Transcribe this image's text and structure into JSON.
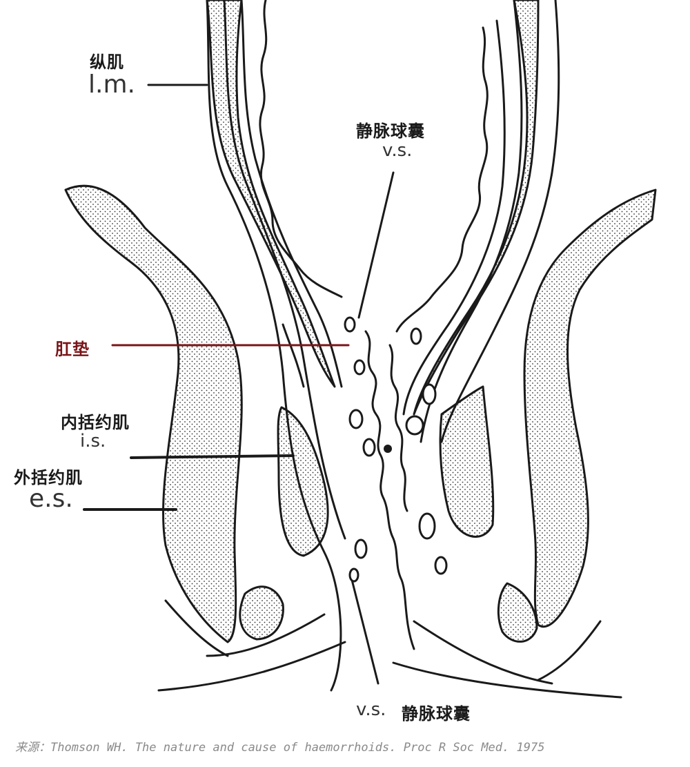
{
  "labels": {
    "lm_cn": "纵肌",
    "lm_abbr": "l.m.",
    "vs_top_cn": "静脉球囊",
    "vs_top_abbr": "v.s.",
    "cushion_cn": "肛垫",
    "is_cn": "内括约肌",
    "is_abbr": "i.s.",
    "es_cn": "外括约肌",
    "es_abbr": "e.s.",
    "vs_bottom_abbr": "v.s.",
    "vs_bottom_cn": "静脉球囊"
  },
  "caption": "来源：Thomson WH. The nature and cause of haemorrhoids. Proc R Soc Med. 1975",
  "colors": {
    "line": "#1a1a1a",
    "cushion_label": "#7a1418",
    "caption": "#8a8a8a",
    "background": "#ffffff"
  }
}
